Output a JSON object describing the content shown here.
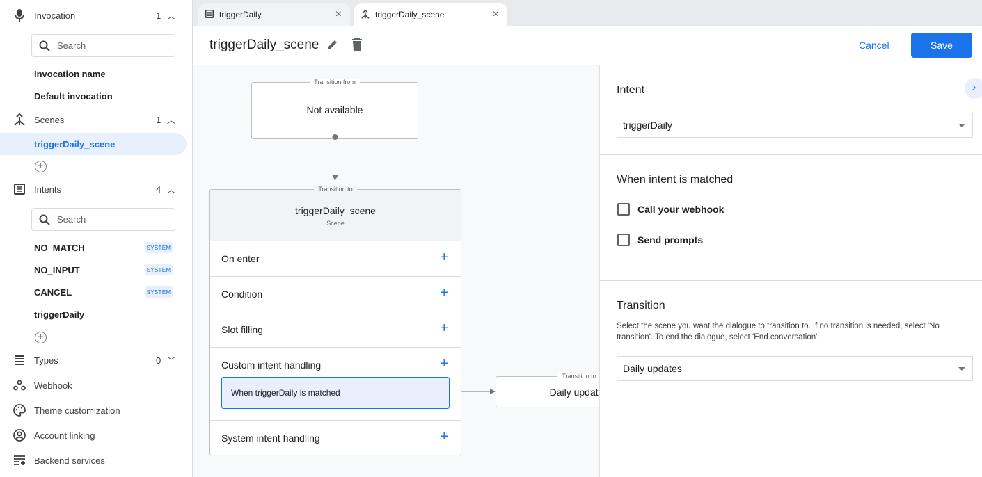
{
  "sidebar": {
    "invocation": {
      "label": "Invocation",
      "count": "1",
      "icon": "mic-icon",
      "search_placeholder": "Search",
      "items": [
        "Invocation name",
        "Default invocation"
      ]
    },
    "scenes": {
      "label": "Scenes",
      "count": "1",
      "icon": "scene-merge-icon",
      "items": [
        "triggerDaily_scene"
      ]
    },
    "intents": {
      "label": "Intents",
      "count": "4",
      "icon": "list-icon",
      "search_placeholder": "Search",
      "items": [
        {
          "name": "NO_MATCH",
          "badge": "SYSTEM"
        },
        {
          "name": "NO_INPUT",
          "badge": "SYSTEM"
        },
        {
          "name": "CANCEL",
          "badge": "SYSTEM"
        },
        {
          "name": "triggerDaily"
        }
      ]
    },
    "types": {
      "label": "Types",
      "count": "0"
    },
    "webhook": "Webhook",
    "theme": "Theme customization",
    "account": "Account linking",
    "backend": "Backend services"
  },
  "tabs": [
    {
      "label": "triggerDaily",
      "icon": "list-icon"
    },
    {
      "label": "triggerDaily_scene",
      "icon": "scene-merge-icon",
      "active": true
    }
  ],
  "header": {
    "title": "triggerDaily_scene",
    "cancel": "Cancel",
    "save": "Save"
  },
  "canvas": {
    "from": {
      "legend": "Transition from",
      "value": "Not available"
    },
    "to": {
      "legend": "Transition to",
      "title": "triggerDaily_scene",
      "subtitle": "Scene"
    },
    "rows": [
      "On enter",
      "Condition",
      "Slot filling",
      "Custom intent handling",
      "System intent handling"
    ],
    "handler": "When triggerDaily is matched",
    "target": {
      "legend": "Transition to",
      "value": "Daily updates"
    }
  },
  "panel": {
    "intent_title": "Intent",
    "intent_value": "triggerDaily",
    "matched_title": "When intent is matched",
    "checkboxes": [
      {
        "label": "Call your webhook",
        "checked": false
      },
      {
        "label": "Send prompts",
        "checked": false
      }
    ],
    "transition_title": "Transition",
    "transition_desc": "Select the scene you want the dialogue to transition to. If no transition is needed, select 'No transition'. To end the dialogue, select 'End conversation'.",
    "transition_value": "Daily updates"
  },
  "colors": {
    "accent": "#1a73e8",
    "selected_bg": "#e8f0fe"
  }
}
